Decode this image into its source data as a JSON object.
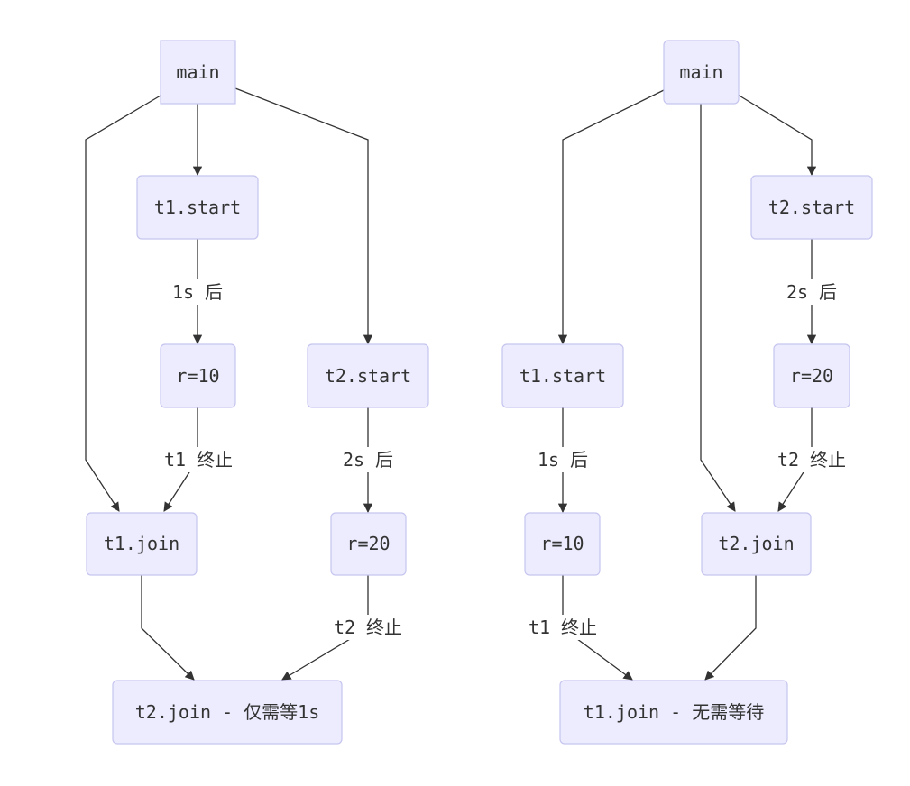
{
  "diagrams": [
    {
      "nodes": {
        "main": "main",
        "t1_start": "t1.start",
        "r10": "r=10",
        "t2_start": "t2.start",
        "t1_join": "t1.join",
        "r20": "r=20",
        "t2_join": "t2.join - 仅需等1s"
      },
      "edge_labels": {
        "t1start_r10": "1s 后",
        "r10_t1join": "t1 终止",
        "t2start_r20": "2s 后",
        "r20_t2join": "t2 终止"
      }
    },
    {
      "nodes": {
        "main": "main",
        "t2_start": "t2.start",
        "r20": "r=20",
        "t1_start": "t1.start",
        "r10": "r=10",
        "t2_join": "t2.join",
        "t1_join": "t1.join - 无需等待"
      },
      "edge_labels": {
        "t2start_r20": "2s 后",
        "r20_t2join": "t2 终止",
        "t1start_r10": "1s 后",
        "r10_t1join": "t1 终止"
      }
    }
  ],
  "colors": {
    "node_fill": "#ececfe",
    "node_stroke": "#c5c5ef",
    "edge": "#333333",
    "text": "#333333",
    "selection_highlight": "#b8d7ee"
  }
}
